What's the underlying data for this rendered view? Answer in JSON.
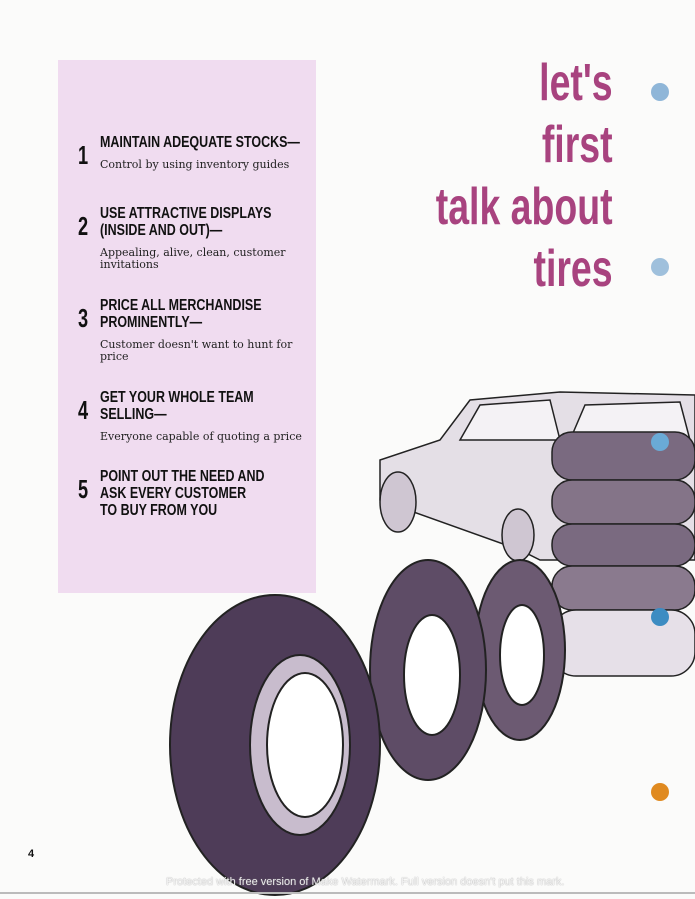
{
  "title_lines": [
    "let's",
    "first",
    "talk about",
    "tires"
  ],
  "steps": [
    {
      "number": "1",
      "heading": "MAINTAIN ADEQUATE STOCKS—",
      "description": "Control by using inventory guides"
    },
    {
      "number": "2",
      "heading": "USE ATTRACTIVE DISPLAYS\n(INSIDE AND OUT)—",
      "description": "Appealing, alive, clean, customer invitations"
    },
    {
      "number": "3",
      "heading": "PRICE ALL MERCHANDISE\nPROMINENTLY—",
      "description": "Customer doesn't want to hunt for price"
    },
    {
      "number": "4",
      "heading": "GET YOUR WHOLE TEAM\nSELLING—",
      "description": "Everyone capable of quoting a price"
    },
    {
      "number": "5",
      "heading": "POINT OUT THE NEED AND\nASK EVERY CUSTOMER\nTO BUY FROM YOU",
      "description": ""
    }
  ],
  "page_number": "4",
  "watermark": "Protected with free version of Make Watermark. Full version doesn't put this mark.",
  "colors": {
    "panel": "#f0dcf0",
    "title": "#a8437f",
    "illustration": "#6e5a72"
  }
}
